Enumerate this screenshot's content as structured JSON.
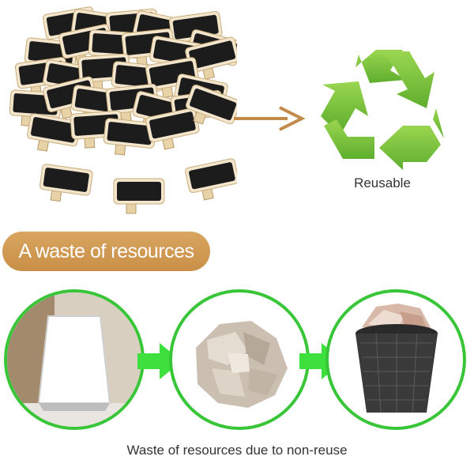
{
  "labels": {
    "reusable": "Reusable",
    "waste": "A waste of resources",
    "caption": "Waste of resources due to non-reuse"
  },
  "colors": {
    "recycle_green": "#7dc43f",
    "pill_brown": "#cf9650",
    "arrow_brown": "#c48a4a",
    "ring_green": "#38c638",
    "chalkboard": "#1c1c1c",
    "wood": "#e8d2a8"
  },
  "icons": {
    "recycle": "recycle-icon",
    "arrow": "arrow-right-icon",
    "step_arrow": "green-arrow-icon"
  }
}
